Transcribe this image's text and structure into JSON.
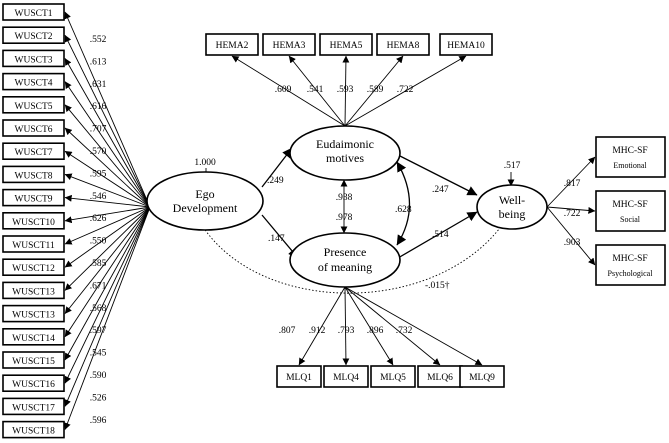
{
  "latents": {
    "ego": [
      "Ego",
      "Development"
    ],
    "eud": [
      "Eudaimonic",
      "motives"
    ],
    "pres": [
      "Presence",
      "of meaning"
    ],
    "wb": [
      "Well-",
      "being"
    ]
  },
  "wusct": {
    "items": [
      "WUSCT1",
      "WUSCT2",
      "WUSCT3",
      "WUSCT4",
      "WUSCT5",
      "WUSCT6",
      "WUSCT7",
      "WUSCT8",
      "WUSCT9",
      "WUSCT10",
      "WUSCT11",
      "WUSCT12",
      "WUSCT13",
      "WUSCT13",
      "WUSCT14",
      "WUSCT15",
      "WUSCT16",
      "WUSCT17",
      "WUSCT18"
    ],
    "loadings": [
      ".552",
      ".613",
      ".631",
      ".616",
      ".707",
      ".570",
      ".595",
      ".546",
      ".626",
      ".550",
      ".585",
      ".671",
      ".568",
      ".597",
      ".545",
      ".590",
      ".526",
      ".596"
    ]
  },
  "hema": {
    "items": [
      "HEMA2",
      "HEMA3",
      "HEMA5",
      "HEMA8",
      "HEMA10"
    ],
    "loadings": [
      ".609",
      ".541",
      ".593",
      ".589",
      ".722"
    ]
  },
  "mlq": {
    "items": [
      "MLQ1",
      "MLQ4",
      "MLQ5",
      "MLQ6",
      "MLQ9"
    ],
    "loadings": [
      ".807",
      ".912",
      ".793",
      ".896",
      ".732"
    ]
  },
  "mhc": {
    "items": [
      [
        "MHC-SF",
        "Emotional"
      ],
      [
        "MHC-SF",
        "Social"
      ],
      [
        "MHC-SF",
        "Psychological"
      ]
    ],
    "loadings": [
      ".817",
      ".722",
      ".903"
    ]
  },
  "paths": {
    "ego_variance": "1.000",
    "wb_variance": ".517",
    "ego_to_eud": ".249",
    "ego_to_pres": ".147",
    "eud_to_wb": ".247",
    "pres_to_wb": ".514",
    "pres_eud_cov": ".628",
    "eud_pres_top": ".938",
    "eud_pres_bottom": ".978",
    "ego_to_wb": "-.015†"
  }
}
